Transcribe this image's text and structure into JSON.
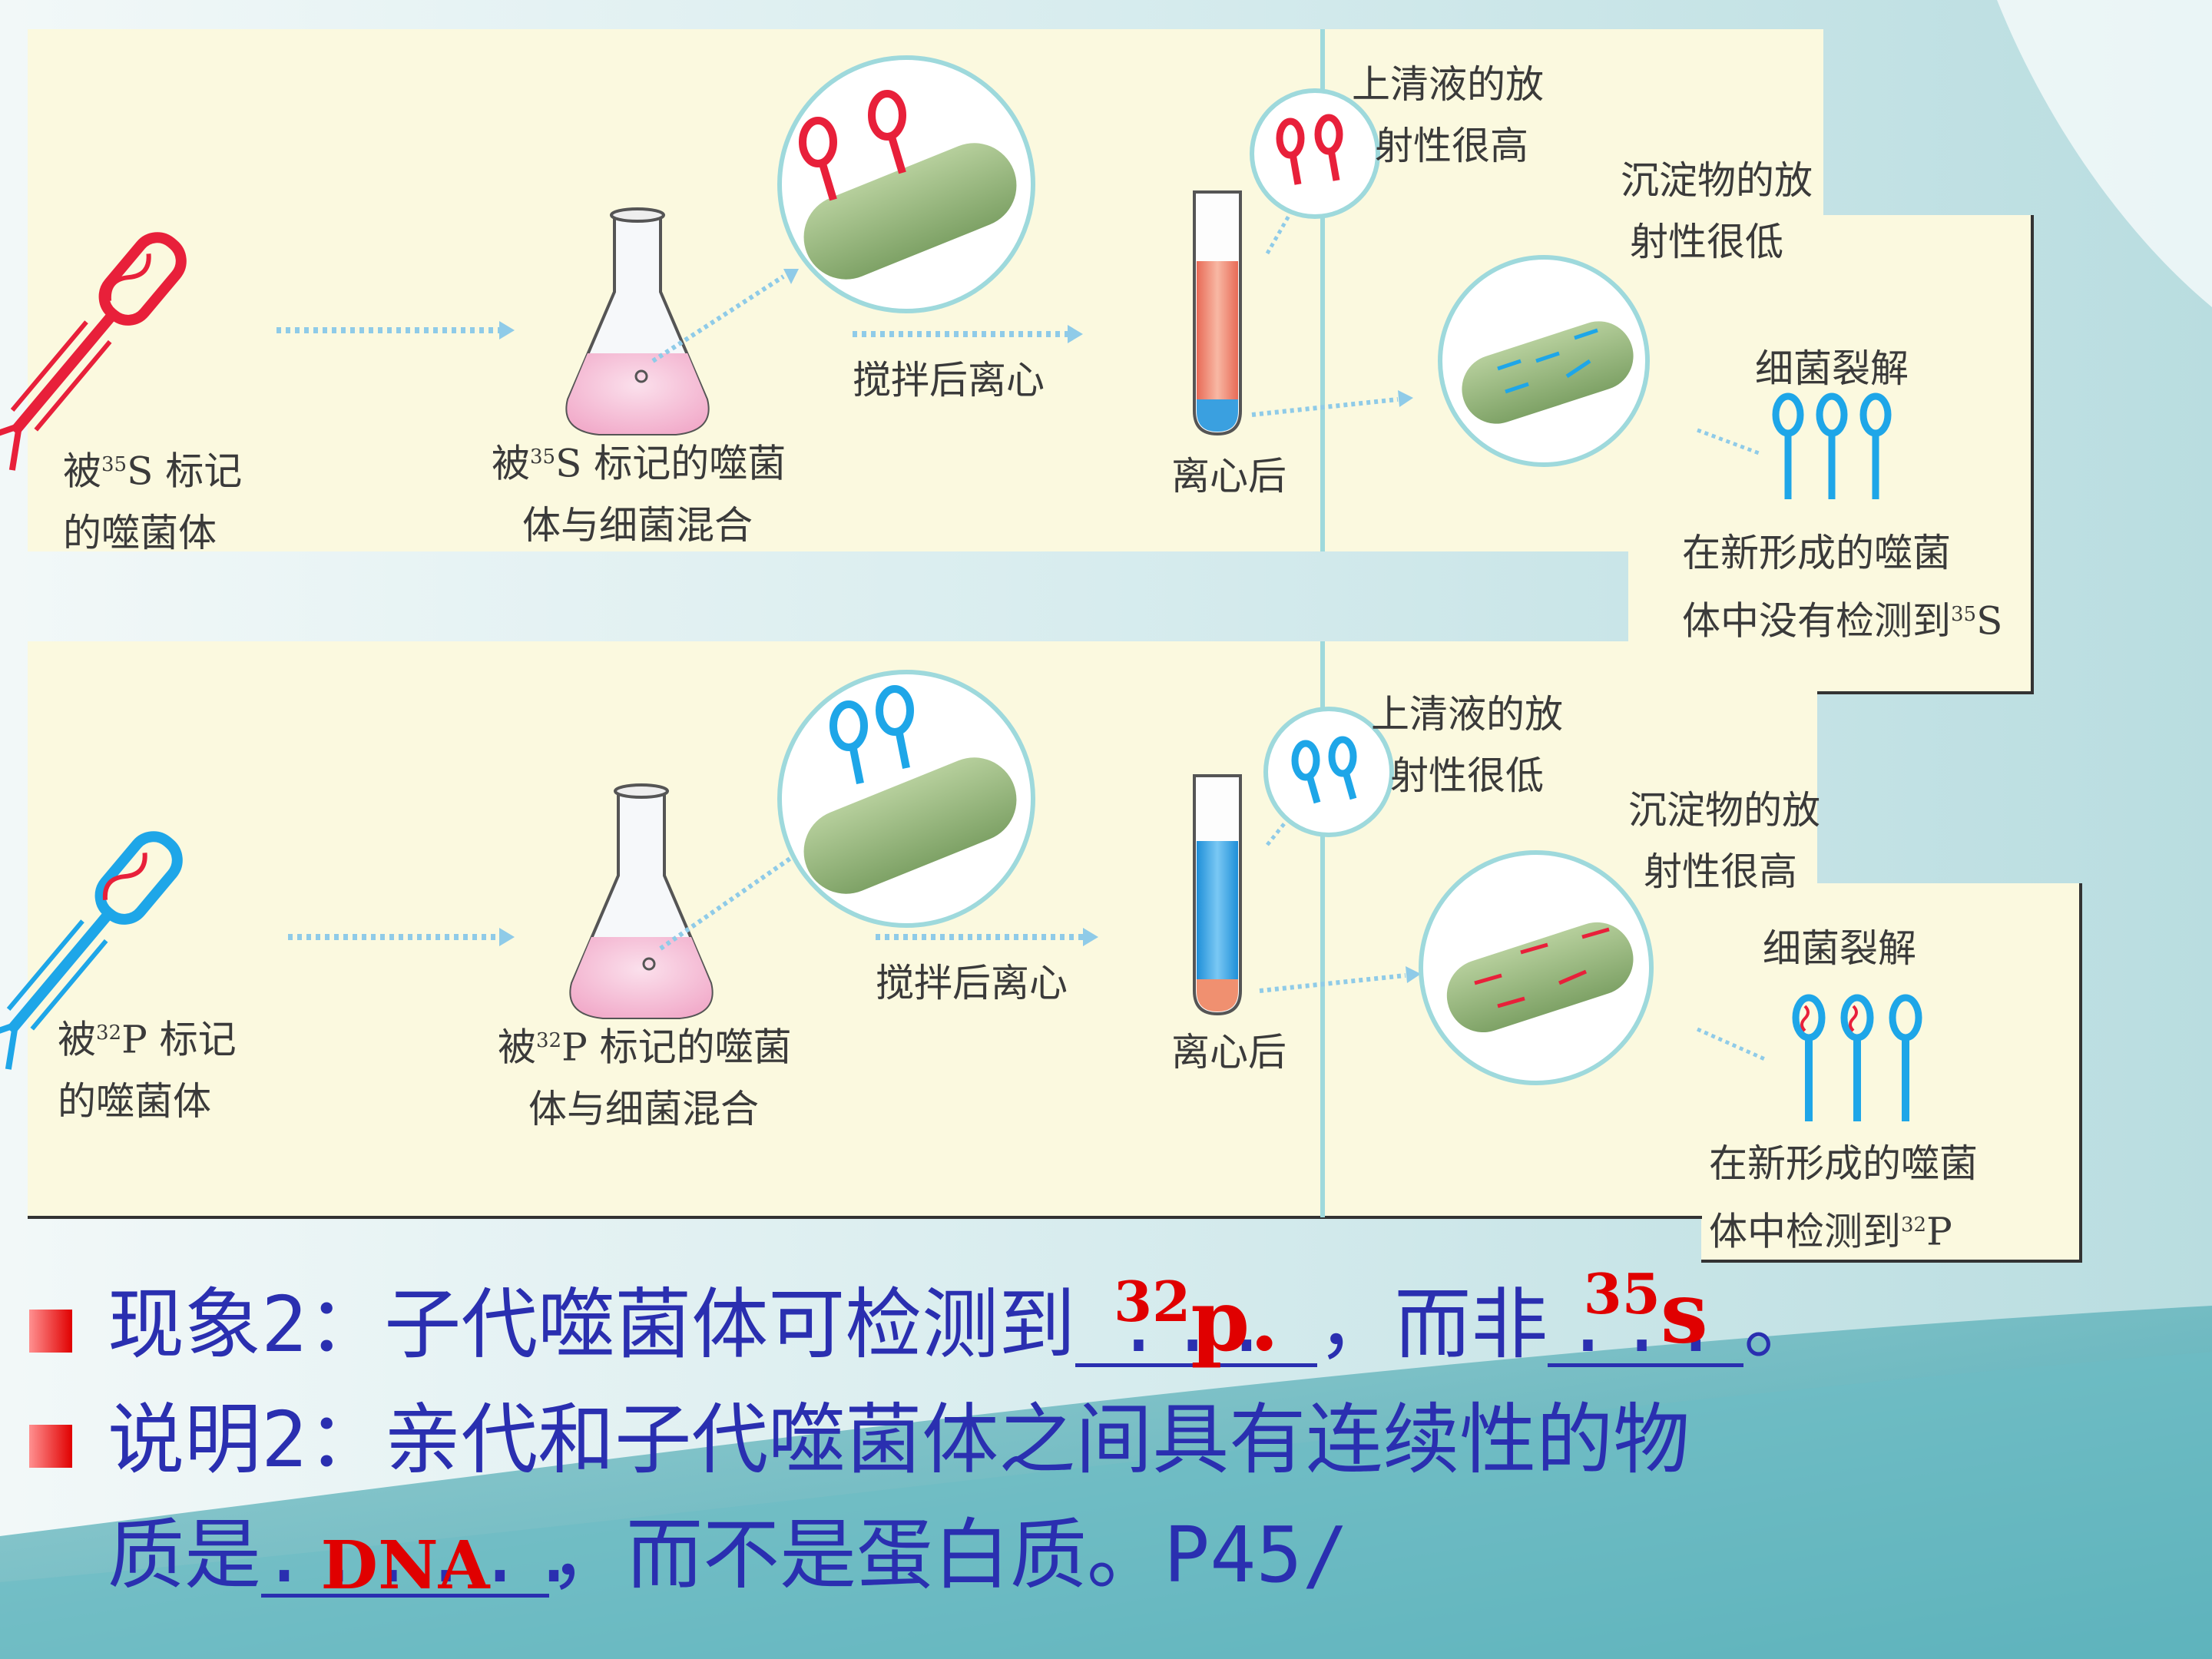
{
  "experiment_s35": {
    "phage_label": [
      "被",
      "35",
      "S 标记",
      "的噬菌体"
    ],
    "mix_label": [
      "被",
      "35",
      "S 标记的噬菌",
      "体与细菌混合"
    ],
    "stir_label": "搅拌后离心",
    "after_centrifuge": "离心后",
    "supernatant": [
      "上清液的放",
      "射性很高"
    ],
    "sediment": [
      "沉淀物的放",
      "射性很低"
    ],
    "lysis": "细菌裂解",
    "result": [
      "在新形成的噬菌",
      "体中没有检测到",
      "35",
      "S"
    ]
  },
  "experiment_p32": {
    "phage_label": [
      "被",
      "32",
      "P 标记",
      "的噬菌体"
    ],
    "mix_label": [
      "被",
      "32",
      "P 标记的噬菌",
      "体与细菌混合"
    ],
    "stir_label": "搅拌后离心",
    "after_centrifuge": "离心后",
    "supernatant": [
      "上清液的放",
      "射性很低"
    ],
    "sediment": [
      "沉淀物的放",
      "射性很高"
    ],
    "lysis": "细菌裂解",
    "result": [
      "在新形成的噬菌",
      "体中检测到",
      "32",
      "P"
    ]
  },
  "bullets": {
    "line1_prefix": "现象2：子代噬菌体可检测到",
    "line1_mid": "，而非",
    "line1_suffix": "。",
    "answer1_sup": "32",
    "answer1": "p.",
    "answer2_sup": "35",
    "answer2": "s",
    "line2": "说明2：亲代和子代噬菌体之间具有连续性的物",
    "line3_prefix": "质是",
    "answer3": "DNA",
    "line3_suffix": "，而不是蛋白质。P45/"
  },
  "colors": {
    "text_blue": "#2a2fb0",
    "answer_red": "#e00000",
    "red_phage": "#e8203a",
    "blue_phage": "#1ea6e8",
    "bacterium": "#93b47a",
    "panel_bg": "#fbf9df"
  }
}
